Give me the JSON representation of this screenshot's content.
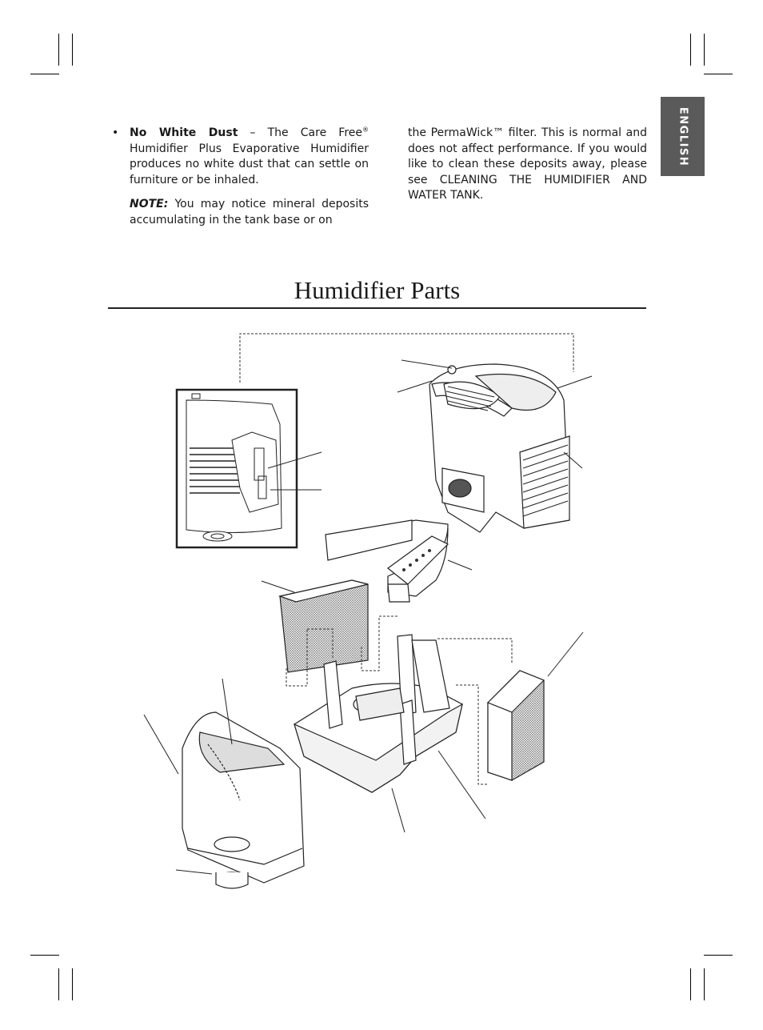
{
  "language_tab": "ENGLISH",
  "bullet": {
    "marker": "•",
    "title": "No White Dust",
    "text_before_reg": " – The Care Free",
    "reg_mark": "®",
    "text_after_reg": " Humidifier Plus Evaporative Humidifier produces no white dust that can settle on furniture or be inhaled."
  },
  "note": {
    "label": "NOTE:",
    "text_left": " You may notice mineral deposits accumulating in the tank base or on",
    "text_right": "the PermaWick™ filter. This is normal and does not affect performance. If you would like to clean these deposits away, please see CLEANING THE HUMIDIFIER AND WATER TANK."
  },
  "section_title": "Humidifier Parts"
}
